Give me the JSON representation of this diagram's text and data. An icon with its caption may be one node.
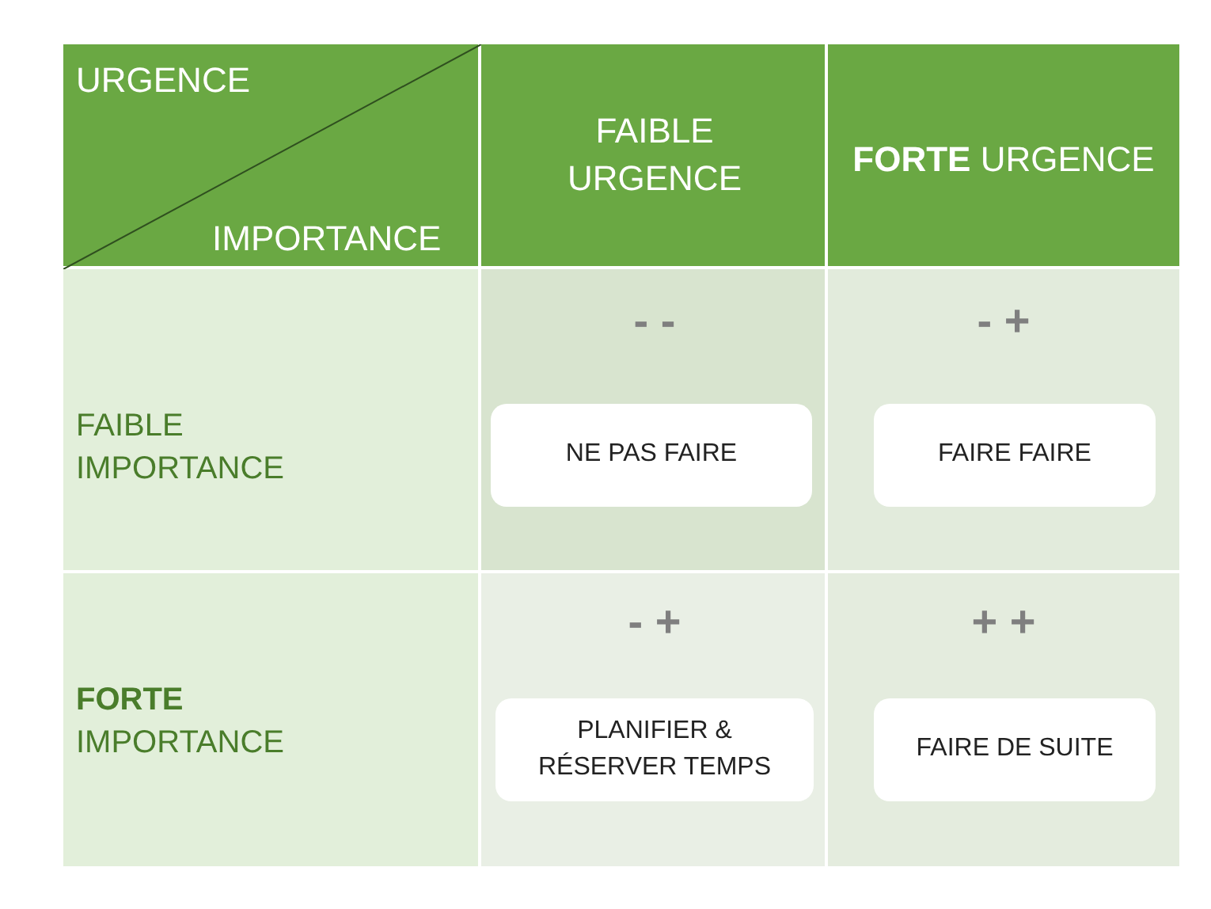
{
  "diagram": {
    "nodes": [
      {
        "text": [
          "NE PAS FAIRE"
        ]
      },
      {
        "text": [
          "FAIRE FAIRE"
        ]
      },
      {
        "text": [
          "PLANIFIER & RÉSERVER TEMPS"
        ]
      },
      {
        "text": [
          "FAIRE DE SUITE"
        ]
      }
    ],
    "labels": [
      "URGENCE",
      "IMPORTANCE",
      "FAIBLE URGENCE",
      "**FORTE** URGENCE",
      "FAIBLE IMPORTANCE",
      "- -",
      "- +",
      "**FORTE** IMPORTANCE",
      "- +",
      "+ +"
    ]
  }
}
